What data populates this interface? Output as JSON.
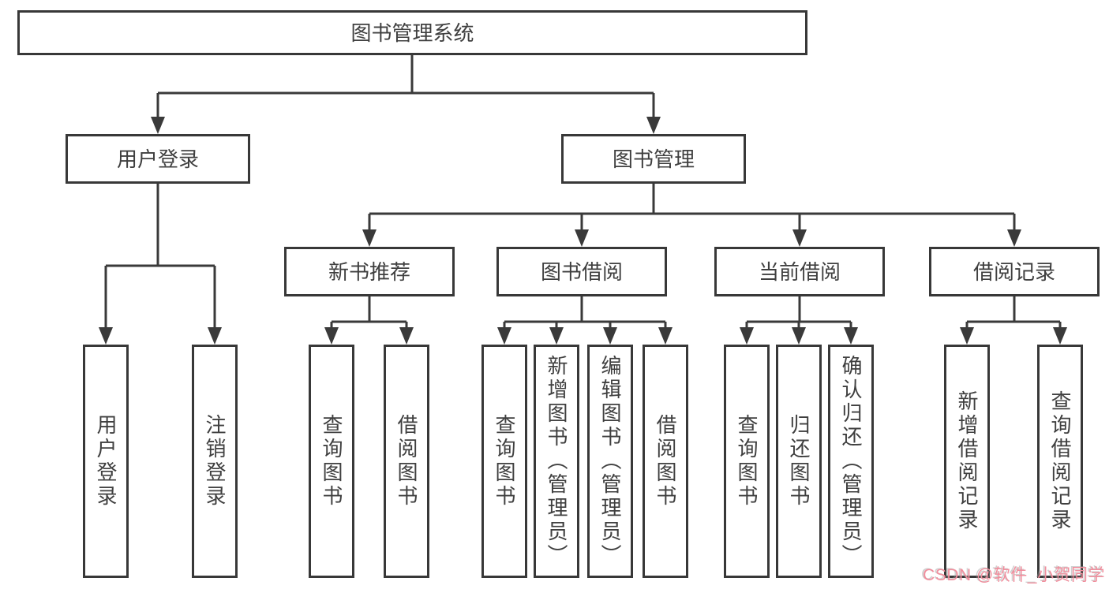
{
  "diagram_type": "hierarchy-tree",
  "tree": {
    "label": "图书管理系统",
    "children": [
      {
        "label": "用户登录",
        "children": [
          {
            "label": "用户登录"
          },
          {
            "label": "注销登录"
          }
        ]
      },
      {
        "label": "图书管理",
        "children": [
          {
            "label": "新书推荐",
            "children": [
              {
                "label": "查询图书"
              },
              {
                "label": "借阅图书"
              }
            ]
          },
          {
            "label": "图书借阅",
            "children": [
              {
                "label": "查询图书"
              },
              {
                "label": "新增图书（管理员）"
              },
              {
                "label": "编辑图书（管理员）"
              },
              {
                "label": "借阅图书"
              }
            ]
          },
          {
            "label": "当前借阅",
            "children": [
              {
                "label": "查询图书"
              },
              {
                "label": "归还图书"
              },
              {
                "label": "确认归还（管理员）"
              }
            ]
          },
          {
            "label": "借阅记录",
            "children": [
              {
                "label": "新增借阅记录"
              },
              {
                "label": "查询借阅记录"
              }
            ]
          }
        ]
      }
    ]
  },
  "watermark": {
    "text": "CSDN @软件_小贺同学"
  },
  "colors": {
    "line": "#3a3a3a",
    "box_border": "#383838",
    "text": "#3f3f3f",
    "background": "#ffffff",
    "watermark": "#f18e9d"
  }
}
